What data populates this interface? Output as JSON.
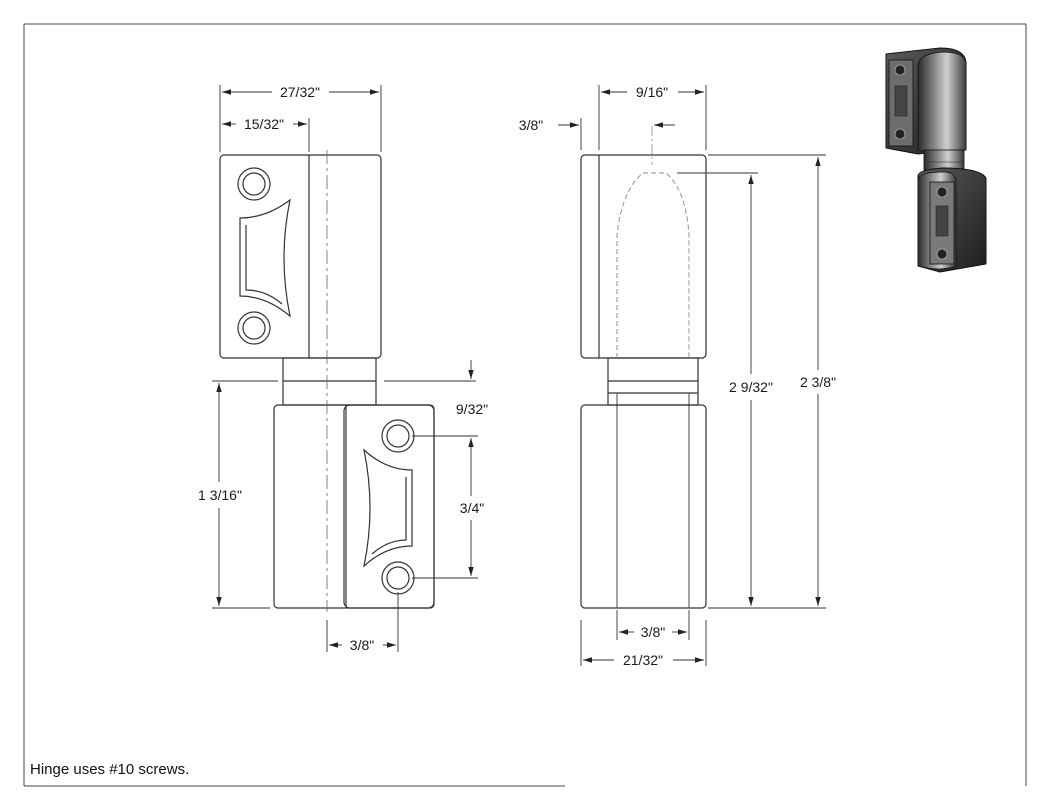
{
  "dimensions": {
    "front_total_width": "27/32\"",
    "front_leaf_width": "15/32\"",
    "lower_leaf_height": "1 3/16\"",
    "knuckle_gap": "9/32\"",
    "hole_spacing": "3/4\"",
    "hole_offset": "3/8\"",
    "side_offset_top": "3/8\"",
    "side_width": "9/16\"",
    "side_pin_length": "2 9/32\"",
    "side_total_height": "2 3/8\"",
    "side_bottom_inner": "3/8\"",
    "side_bottom_width": "21/32\""
  },
  "note": "Hinge uses #10 screws."
}
